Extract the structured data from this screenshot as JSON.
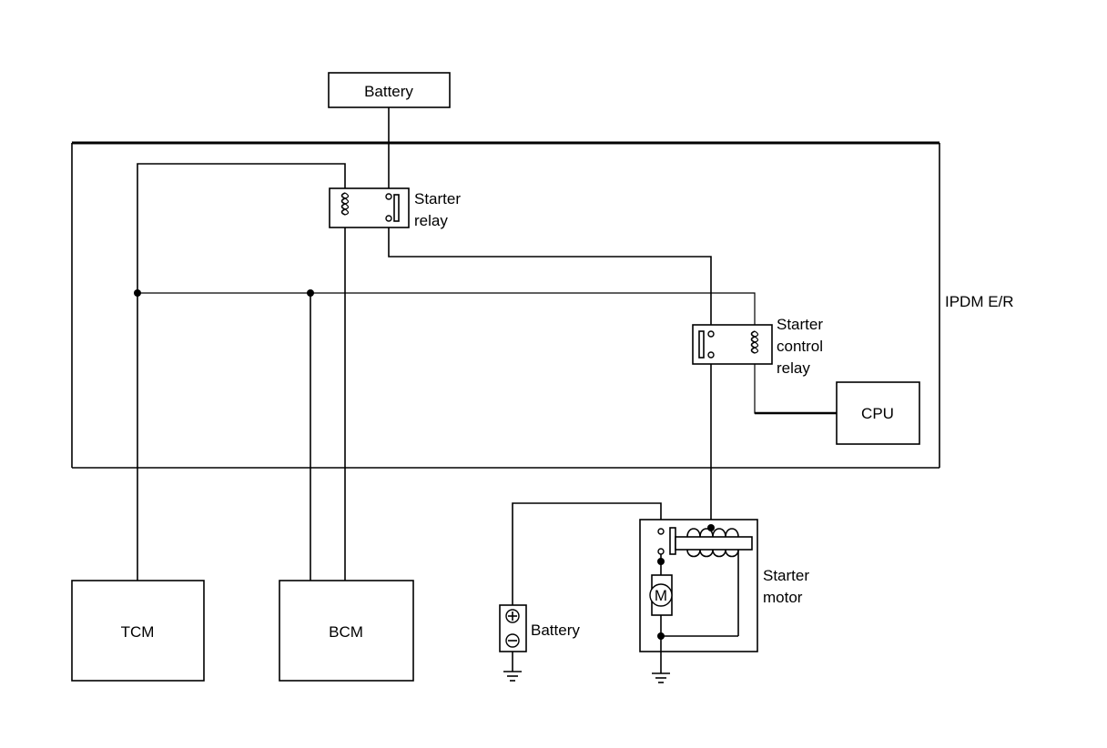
{
  "labels": {
    "battery_top": "Battery",
    "starter_relay_line1": "Starter",
    "starter_relay_line2": "relay",
    "ipdm": "IPDM E/R",
    "starter_control_line1": "Starter",
    "starter_control_line2": "control",
    "starter_control_line3": "relay",
    "cpu": "CPU",
    "tcm": "TCM",
    "bcm": "BCM",
    "battery_bottom": "Battery",
    "starter_motor_line1": "Starter",
    "starter_motor_line2": "motor",
    "motor_symbol": "M"
  },
  "icons": {
    "battery_terminals": [
      "plus-symbol",
      "minus-symbol"
    ],
    "ground": "ground-symbol"
  }
}
